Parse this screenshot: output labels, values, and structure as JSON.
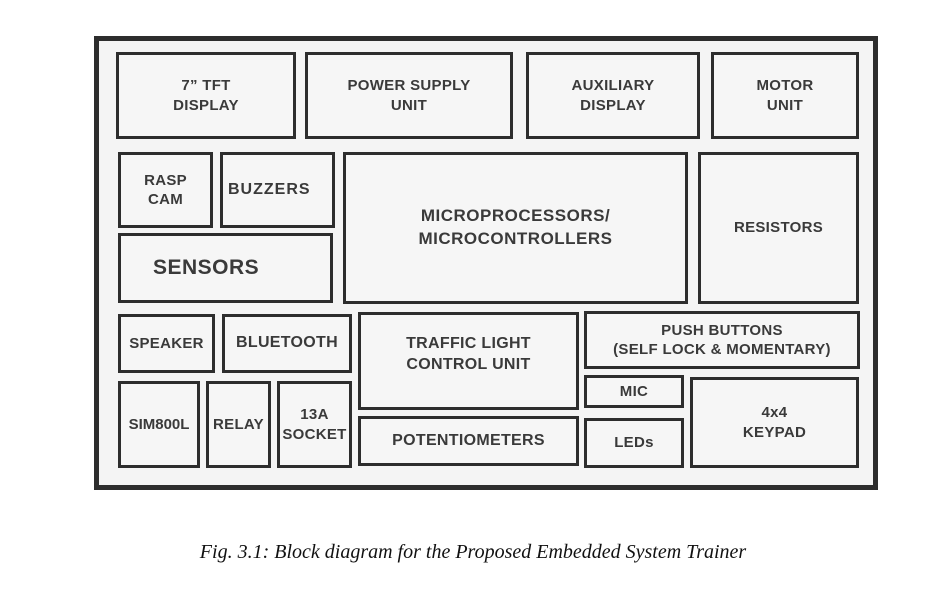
{
  "diagram": {
    "title_hint": "Embedded System Trainer block diagram",
    "blocks": [
      {
        "id": "tft-display",
        "label": "7” TFT\nDISPLAY"
      },
      {
        "id": "power-supply",
        "label": "POWER SUPPLY\nUNIT"
      },
      {
        "id": "auxiliary-display",
        "label": "AUXILIARY\nDISPLAY"
      },
      {
        "id": "motor-unit",
        "label": "MOTOR\nUNIT"
      },
      {
        "id": "rasp-cam",
        "label": "RASP\nCAM"
      },
      {
        "id": "buzzers",
        "label": "BUZZERS"
      },
      {
        "id": "microprocessors",
        "label": "MICROPROCESSORS/\nMICROCONTROLLERS"
      },
      {
        "id": "resistors",
        "label": "RESISTORS"
      },
      {
        "id": "sensors",
        "label": "SENSORS"
      },
      {
        "id": "speaker",
        "label": "SPEAKER"
      },
      {
        "id": "bluetooth",
        "label": "BLUETOOTH"
      },
      {
        "id": "traffic-light",
        "label": "TRAFFIC LIGHT\nCONTROL UNIT"
      },
      {
        "id": "push-buttons",
        "label": "PUSH BUTTONS\n(SELF LOCK & MOMENTARY)"
      },
      {
        "id": "sim800l",
        "label": "SIM800L"
      },
      {
        "id": "relay",
        "label": "RELAY"
      },
      {
        "id": "socket-13a",
        "label": "13A\nSOCKET"
      },
      {
        "id": "potentiometers",
        "label": "POTENTIOMETERS"
      },
      {
        "id": "mic",
        "label": "MIC"
      },
      {
        "id": "leds",
        "label": "LEDs"
      },
      {
        "id": "keypad-4x4",
        "label": "4x4\nKEYPAD"
      }
    ],
    "colors": {
      "border": "#2d2d2d",
      "text": "#3a3a3a",
      "box_fill": "#f6f6f6",
      "frame_fill": "#f4f4f4"
    }
  },
  "caption": "Fig. 3.1: Block diagram for the Proposed Embedded System Trainer"
}
